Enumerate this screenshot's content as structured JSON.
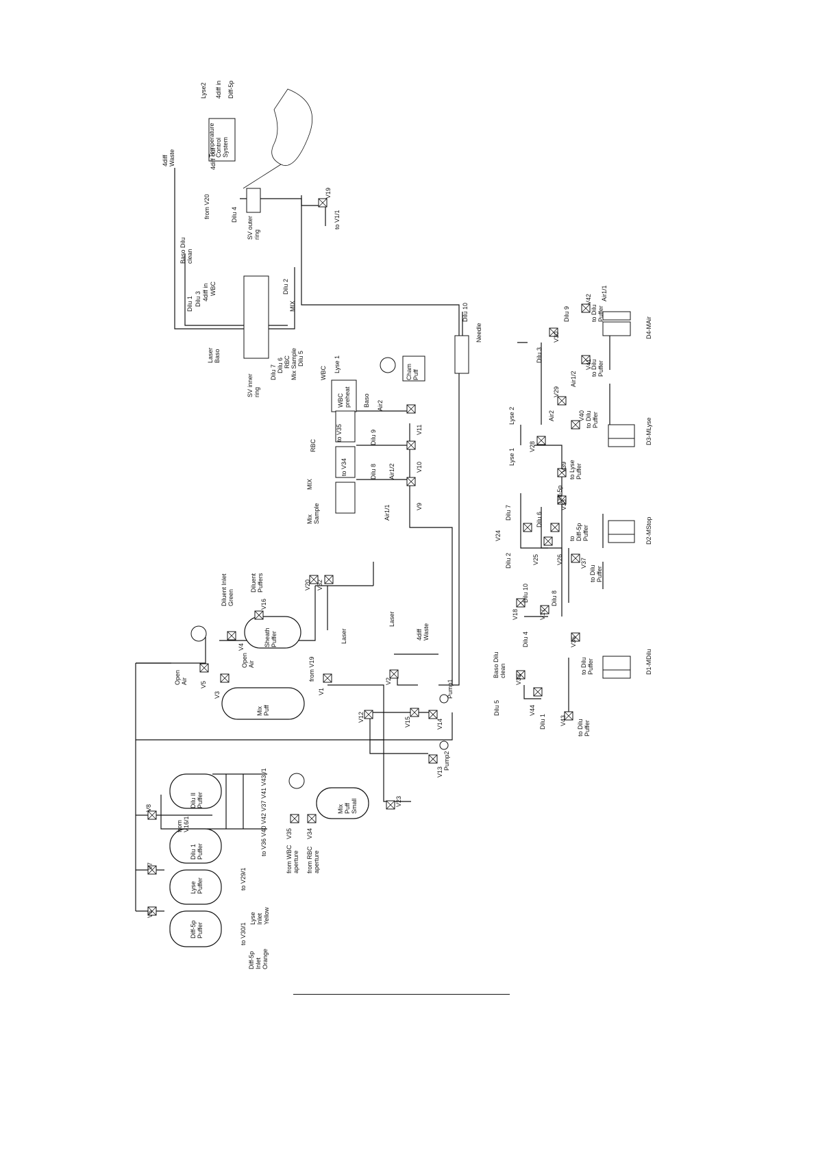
{
  "labels": {
    "4diff_waste_top": "4diff\nWaste",
    "lyse2_top": "Lyse2",
    "4diff_in_top": "4diff in",
    "diff5p_top": "Diff-5p",
    "temp_ctrl": "Temperature\nControl\nSystem",
    "4diff_out": "4diff out",
    "from_v20": "from V20",
    "dilu4_top": "Dilu 4",
    "sv_outer": "SV outer\nring",
    "v19_top": "V19",
    "to_v11": "to V1/1",
    "baso_dilu_clean_top": "Baso Dilu\nclean",
    "dilu1_sv": "Dilu 1",
    "dilu3_sv": "Dilu 3",
    "4diff_in_sv": "4diff in",
    "wbc_sv": "WBC",
    "dilu2_sv": "Dilu 2",
    "mix_sv": "MIX",
    "laser_sv": "Laser",
    "baso_sv": "Baso",
    "dilu7_sv": "Dilu 7",
    "dilu6_sv": "Dilu 6",
    "rbc_sv": "RBC",
    "mix_sample_sv": "Mix Sample",
    "dilu5_sv": "Dilu 5",
    "sv_inner": "SV inner\nring",
    "dilu10": "Dilu 10",
    "needle": "Needle",
    "wbc_chamber": "WBC",
    "lyse1_chamber": "Lyse 1",
    "wbc_preheat": "WBC\npreheat",
    "cham_puff": "Cham\nPuff",
    "baso_chamber": "Baso",
    "air2_chamber": "Air2",
    "to_v35": "to V35",
    "dilu9_chamber": "Dilu 9",
    "v11": "V11",
    "rbc_chamber": "RBC",
    "to_v34": "to V34",
    "dilu8_chamber": "Dilu 8",
    "air1_2": "Air1/2",
    "v10": "V10",
    "mix_chamber": "MIX",
    "mix_sample_chamber": "Mix\nSample",
    "air1_1": "Air1/1",
    "v9": "V9",
    "diluent_inlet": "Diluent Inlet\nGreen",
    "diluent_puffers": "Diluent\nPuffers",
    "v16": "V16",
    "v20": "V20",
    "v32": "V32",
    "sheath_puffer": "Sheath\nPuffer",
    "v4": "V4",
    "open_air_v4": "Open\nAir",
    "laser_main": "Laser",
    "laser_small": "Laser",
    "4diff_waste_mid": "4diff\nWaste",
    "from_v19": "from V19",
    "v1": "V1",
    "open_air_v5": "Open\nAir",
    "v5": "V5",
    "v3": "V3",
    "mix_puff": "Mix\nPuff",
    "v2": "V2",
    "pump1": "Pump1",
    "v12": "V12",
    "v15": "V15",
    "v14": "V14",
    "pump2": "Pump2",
    "v13": "V13",
    "v8": "V8",
    "dilu2_puffer": "Dilu II\nPuffer",
    "dilu1_puffer": "Dilu 1\nPuffer",
    "from_v16": "from\nV16/1",
    "to_v_list": "to  V36  V40 V42  V37  V41  V43 /1",
    "v7": "V7",
    "lyse_puffer": "Lyse\nPuffer",
    "to_v29": "to V29/1",
    "lyse_inlet": "Lyse\nInlet\nYellow",
    "v6": "V6",
    "diff5p_puffer": "Diff-5p\nPuffer",
    "to_v30": "to V30/1",
    "diff5p_inlet": "Diff-5p\nInlet\nOrange",
    "mix_puff_small": "Mix\nPuff\nSmall",
    "v23": "V23",
    "v35": "V35",
    "v34": "V34",
    "from_wbc_ap": "from WBC\naperture",
    "from_rbc_ap": "from RBC\naperture",
    "dilu3_r": "Dilu 3",
    "v30": "V30",
    "dilu9_r": "Dilu 9",
    "v42": "V42",
    "air1_1_r": "Air1/1",
    "v41": "V41",
    "to_dilu_puffer_41": "to Dilu\nPuffer",
    "to_dilu_puffer_42": "to Dilu\nPuffer",
    "d4": "D4-MAir",
    "lyse2_r": "Lyse 2",
    "lyse1_r": "Lyse 1",
    "v28": "V28",
    "v29": "V29",
    "air2_r": "Air2",
    "air1_2_r": "Air1/2",
    "v40": "V40",
    "to_dilu_puffer_40": "to Dilu\nPuffer",
    "v39": "V39",
    "to_lyse_puffer": "to Lyse\nPuffer",
    "d3": "D3-MLyse",
    "diff5p_r": "Diff-5p",
    "v38": "V38",
    "to_diff5p_puffer": "to\nDiff-5p\nPuffer",
    "d2": "D2-MStop",
    "v24": "V24",
    "dilu7_r": "Dilu 7",
    "dilu2_r": "Dilu 2",
    "v25": "V25",
    "dilu6_r": "Dilu 6",
    "v26": "V26",
    "v37": "V37",
    "to_dilu_puffer_37": "to Dilu\nPuffer",
    "v18": "V18",
    "dilu10_r": "Dilu 10",
    "v17": "V17",
    "dilu8_r": "Dilu 8",
    "dilu4_r": "Dilu 4",
    "v36": "V36",
    "to_dilu_puffer_36": "to Dilu\nPuffer",
    "baso_dilu_clean_r": "Baso Dilu\nclean",
    "v33": "V33",
    "dilu5_r": "Dilu 5",
    "v44": "V44",
    "dilu1_r": "Dilu 1",
    "v43": "V43",
    "to_dilu_puffer_43": "to Dilu\nPuffer",
    "d1": "D1-MDilu"
  }
}
